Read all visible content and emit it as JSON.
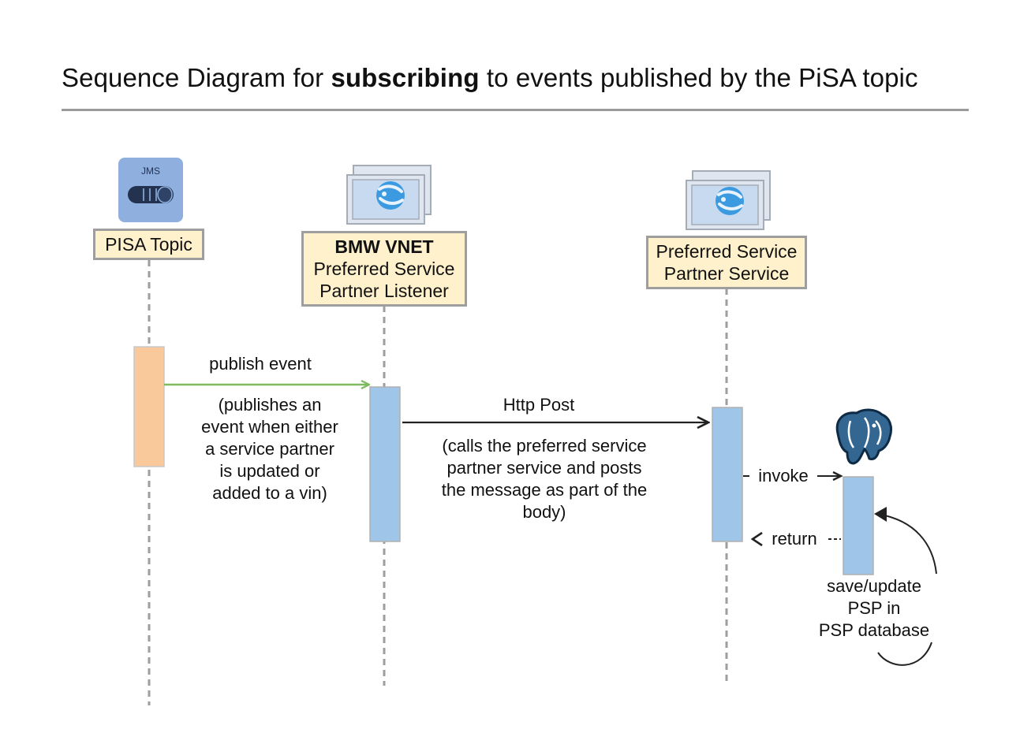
{
  "title": {
    "prefix": "Sequence Diagram for ",
    "bold": "subscribing",
    "suffix": " to events published by the PiSA topic"
  },
  "participants": [
    {
      "id": "pisa-topic",
      "lines": [
        "PISA Topic"
      ],
      "icon": "jms-queue-icon",
      "icon_label": "JMS"
    },
    {
      "id": "listener",
      "bold_line": "BMW VNET",
      "lines": [
        "Preferred Service",
        "Partner Listener"
      ],
      "icon": "azure-app-service-icon"
    },
    {
      "id": "psp-service",
      "lines": [
        "Preferred Service",
        "Partner Service"
      ],
      "icon": "azure-app-service-icon"
    },
    {
      "id": "psp-database",
      "icon": "postgresql-elephant-icon"
    }
  ],
  "messages": {
    "publish": {
      "label": "publish event",
      "note": [
        "(publishes an",
        "event when either",
        "a service partner",
        "is updated or",
        "added to a vin)"
      ],
      "color": "#7dbb5e"
    },
    "http_post": {
      "label": "Http Post",
      "note": [
        "(calls the preferred service",
        "partner service and posts",
        "the message as part of the",
        "body)"
      ]
    },
    "invoke": {
      "label": "invoke"
    },
    "return": {
      "label": "return"
    },
    "self": {
      "note": [
        "save/update",
        "PSP in",
        "PSP database"
      ]
    }
  },
  "colors": {
    "participant_fill": "#fff1cc",
    "activation_orange": "#f9c89b",
    "activation_blue": "#9fc5e8",
    "jms_tile": "#8fb0de",
    "azure_blue": "#3c9be0"
  }
}
